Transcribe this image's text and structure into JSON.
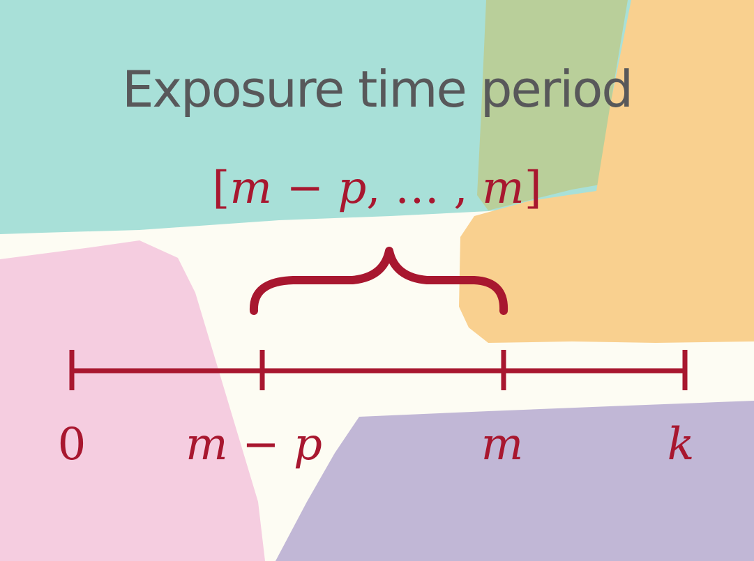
{
  "title": "Exposure time period",
  "interval": {
    "open": "[",
    "start_var": "m",
    "minus": " − ",
    "p_var": "p",
    "comma1": ", ",
    "ellipsis": "… ",
    "comma2": ", ",
    "end_var": "m",
    "close": "]"
  },
  "axis": {
    "ticks": [
      {
        "label": "0",
        "italic": false
      },
      {
        "label": "m − p",
        "italic": true
      },
      {
        "label": "m",
        "italic": true
      },
      {
        "label": "k",
        "italic": true
      }
    ]
  },
  "colors": {
    "accent": "#a8172f",
    "title": "#58585a",
    "background": "#fdfcf3",
    "teal": "#a8e0d8",
    "green": "#b9cf9a",
    "orange": "#f9d08f",
    "pink": "#f5cde0",
    "purple": "#c1b7d6"
  }
}
